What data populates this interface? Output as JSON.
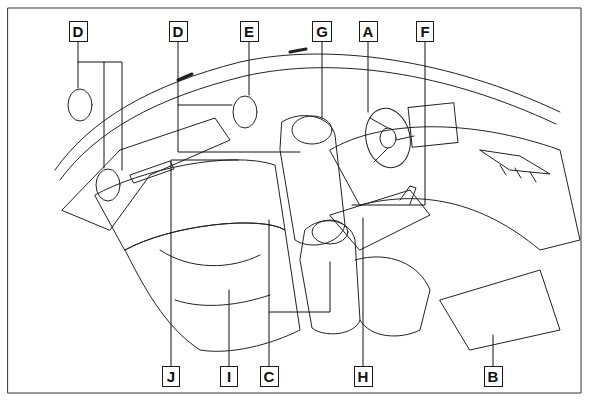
{
  "diagram": {
    "nodes": [
      {
        "text": [
          "D"
        ]
      },
      {
        "text": [
          "D"
        ]
      },
      {
        "text": [
          "E"
        ]
      },
      {
        "text": [
          "G"
        ]
      },
      {
        "text": [
          "A"
        ]
      },
      {
        "text": [
          "F"
        ]
      },
      {
        "text": [
          "J"
        ]
      },
      {
        "text": [
          "I"
        ]
      },
      {
        "text": [
          "C"
        ]
      },
      {
        "text": [
          "H"
        ]
      },
      {
        "text": [
          "B"
        ]
      }
    ]
  }
}
